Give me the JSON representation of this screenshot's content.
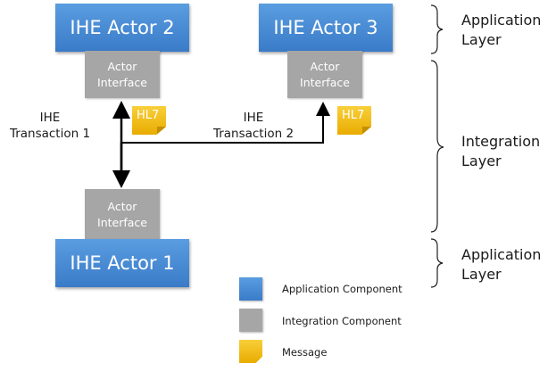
{
  "actors": {
    "actor2": "IHE Actor 2",
    "actor3": "IHE Actor 3",
    "actor1": "IHE Actor 1"
  },
  "interfaces": {
    "line1": "Actor",
    "line2": "Interface"
  },
  "message_label": "HL7",
  "transactions": {
    "t1_line1": "IHE",
    "t1_line2": "Transaction 1",
    "t2_line1": "IHE",
    "t2_line2": "Transaction 2"
  },
  "layers": {
    "top": [
      "Application",
      "Layer"
    ],
    "middle": [
      "Integration",
      "Layer"
    ],
    "bottom": [
      "Application",
      "Layer"
    ]
  },
  "legend": {
    "application": "Application  Component",
    "integration": "Integration  Component",
    "message": "Message"
  },
  "colors": {
    "application": "#4a8dd6",
    "integration": "#a6a6a6",
    "message": "#f2bd1a"
  }
}
